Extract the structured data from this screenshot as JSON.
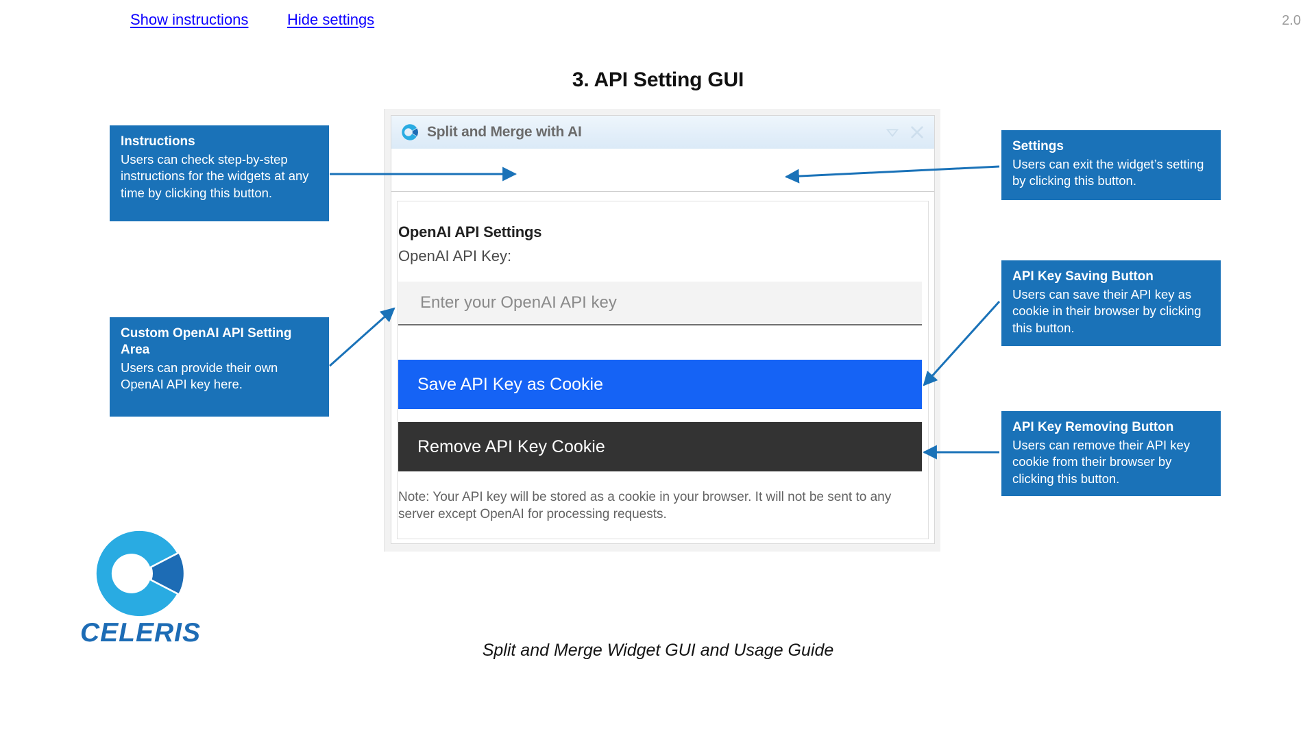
{
  "page": {
    "title": "3. API Setting GUI",
    "footer_caption": "Split and Merge Widget GUI and Usage Guide"
  },
  "brand": {
    "wordmark": "CELERIS",
    "logo_light_blue": "#29abe2",
    "logo_dark_blue": "#1d6cb5"
  },
  "widget": {
    "titlebar": {
      "title": "Split and Merge with AI",
      "collapse_icon": "triangle-down-icon",
      "close_icon": "close-x-icon",
      "logo_icon": "celeris-c-icon"
    },
    "links": {
      "show_instructions": "Show instructions",
      "hide_settings": "Hide settings"
    },
    "version": "2.0",
    "settings": {
      "heading": "OpenAI API Settings",
      "api_key_label": "OpenAI API Key:",
      "api_key_value": "",
      "api_key_placeholder": "Enter your OpenAI API key",
      "save_button": "Save API Key as Cookie",
      "remove_button": "Remove API Key Cookie",
      "note": "Note: Your API key will be stored as a cookie in your browser. It will not be sent to any server except OpenAI for processing requests.",
      "save_button_color": "#1563f5",
      "remove_button_color": "#333333"
    }
  },
  "callouts": {
    "accent_color": "#1a72b8",
    "items": [
      {
        "title": "Instructions",
        "body": "Users can check step-by-step instructions for the widgets at any time by clicking this button."
      },
      {
        "title": "Custom OpenAI API Setting Area",
        "body": "Users can provide their own OpenAI API key here."
      },
      {
        "title": "Settings",
        "body": "Users can exit the widget’s setting by clicking this button."
      },
      {
        "title": "API Key Saving Button",
        "body": "Users can save their API key as cookie in their browser by clicking this button."
      },
      {
        "title": "API Key Removing Button",
        "body": "Users can remove their API key cookie from their browser by clicking this button."
      }
    ]
  }
}
